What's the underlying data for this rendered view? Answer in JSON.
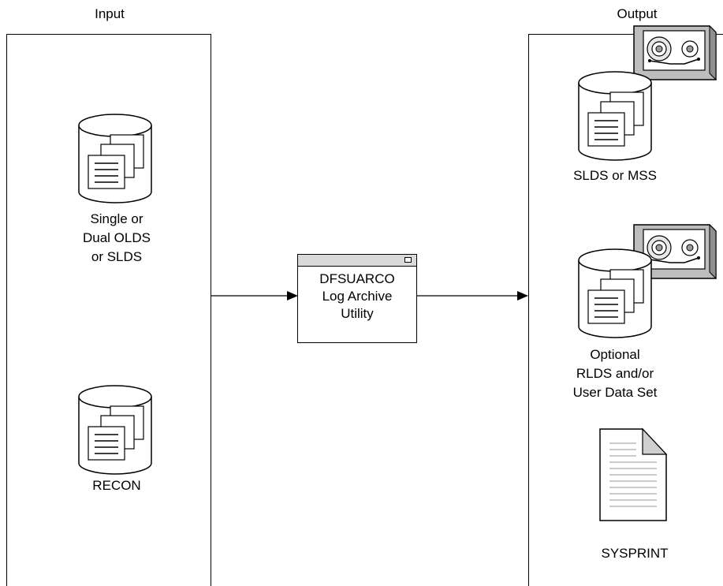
{
  "input": {
    "title": "Input",
    "items": [
      {
        "lines": [
          "Single or",
          "Dual OLDS",
          "or SLDS"
        ]
      },
      {
        "lines": [
          "RECON"
        ]
      }
    ]
  },
  "output": {
    "title": "Output",
    "items": [
      {
        "lines": [
          "SLDS or MSS"
        ]
      },
      {
        "lines": [
          "Optional",
          "RLDS and/or",
          "User Data Set"
        ]
      },
      {
        "lines": [
          "SYSPRINT"
        ]
      }
    ]
  },
  "utility": {
    "lines": [
      "DFSUARCO",
      "Log Archive",
      "Utility"
    ]
  }
}
